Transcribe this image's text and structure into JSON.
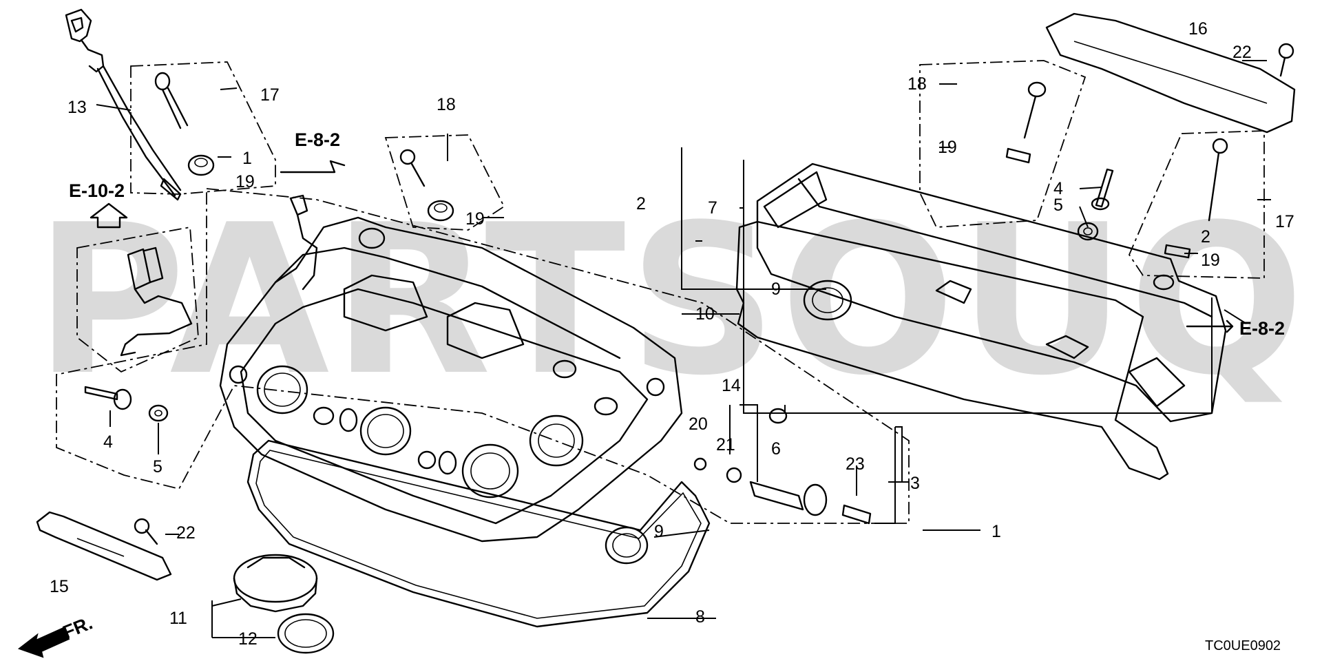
{
  "watermark": "PARTSOUQ.COM",
  "diagram_code": "TC0UE0902",
  "front_indicator": "FR.",
  "references": [
    "E-8-2",
    "E-10-2",
    "E-8-2"
  ],
  "callouts": {
    "c1a": "1",
    "c1b": "1",
    "c2a": "2",
    "c2b": "2",
    "c3": "3",
    "c4a": "4",
    "c4b": "4",
    "c5a": "5",
    "c5b": "5",
    "c6": "6",
    "c7": "7",
    "c8": "8",
    "c9a": "9",
    "c9b": "9",
    "c10": "10",
    "c11": "11",
    "c12": "12",
    "c13": "13",
    "c14": "14",
    "c15": "15",
    "c16": "16",
    "c17a": "17",
    "c17b": "17",
    "c18a": "18",
    "c18b": "18",
    "c19a": "19",
    "c19b": "19",
    "c19c": "19",
    "c19d": "19",
    "c20": "20",
    "c21": "21",
    "c22a": "22",
    "c22b": "22",
    "c23": "23"
  }
}
